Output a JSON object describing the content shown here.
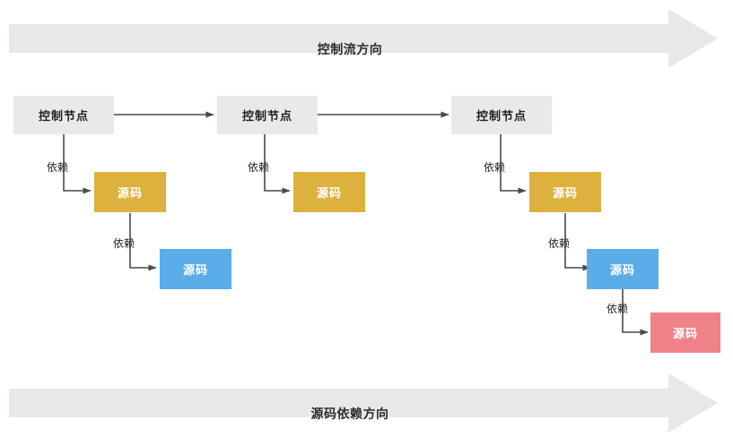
{
  "banners": {
    "top": {
      "label": "控制流方向",
      "fill": "#e7e8e8"
    },
    "bottom": {
      "label": "源码依赖方向",
      "fill": "#e7e8e8"
    }
  },
  "palette": {
    "control": "#e8e9e9",
    "source_yellow": "#ddb13e",
    "source_blue": "#5badea",
    "source_red": "#ef8289",
    "arrow": "#4a4a4a",
    "text_dark": "#1f1f1f",
    "text_light": "#ffffff"
  },
  "labels": {
    "control_node": "控制节点",
    "source_code": "源码",
    "dependency": "依赖"
  },
  "columns": [
    {
      "control": "控制节点",
      "sources": [
        {
          "label": "源码",
          "color": "yellow"
        },
        {
          "label": "源码",
          "color": "blue"
        }
      ],
      "dependency_labels": [
        "依赖",
        "依赖"
      ]
    },
    {
      "control": "控制节点",
      "sources": [
        {
          "label": "源码",
          "color": "yellow"
        }
      ],
      "dependency_labels": [
        "依赖"
      ]
    },
    {
      "control": "控制节点",
      "sources": [
        {
          "label": "源码",
          "color": "yellow"
        },
        {
          "label": "源码",
          "color": "blue"
        },
        {
          "label": "源码",
          "color": "red"
        }
      ],
      "dependency_labels": [
        "依赖",
        "依赖",
        "依赖"
      ]
    }
  ]
}
